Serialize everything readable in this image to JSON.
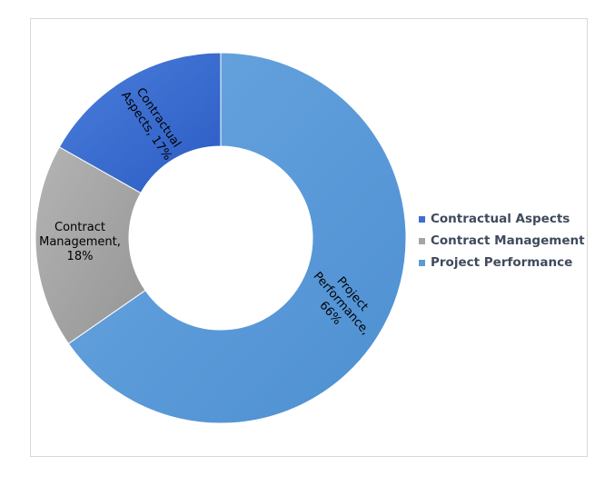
{
  "chart_data": {
    "type": "pie",
    "donut": true,
    "slices": [
      {
        "name": "Contractual Aspects",
        "value": 17,
        "color": "#3f6ed1",
        "label_lines": [
          "Contractual",
          "Aspects, 17%"
        ]
      },
      {
        "name": "Contract Management",
        "value": 18,
        "color": "#a5a5a5",
        "label_lines": [
          "Contract",
          "Management,",
          "18%"
        ]
      },
      {
        "name": "Project Performance",
        "value": 66,
        "color": "#5b9bd5",
        "label_lines": [
          "Project",
          "Performance,",
          "66%"
        ]
      }
    ],
    "legend_position": "right"
  }
}
